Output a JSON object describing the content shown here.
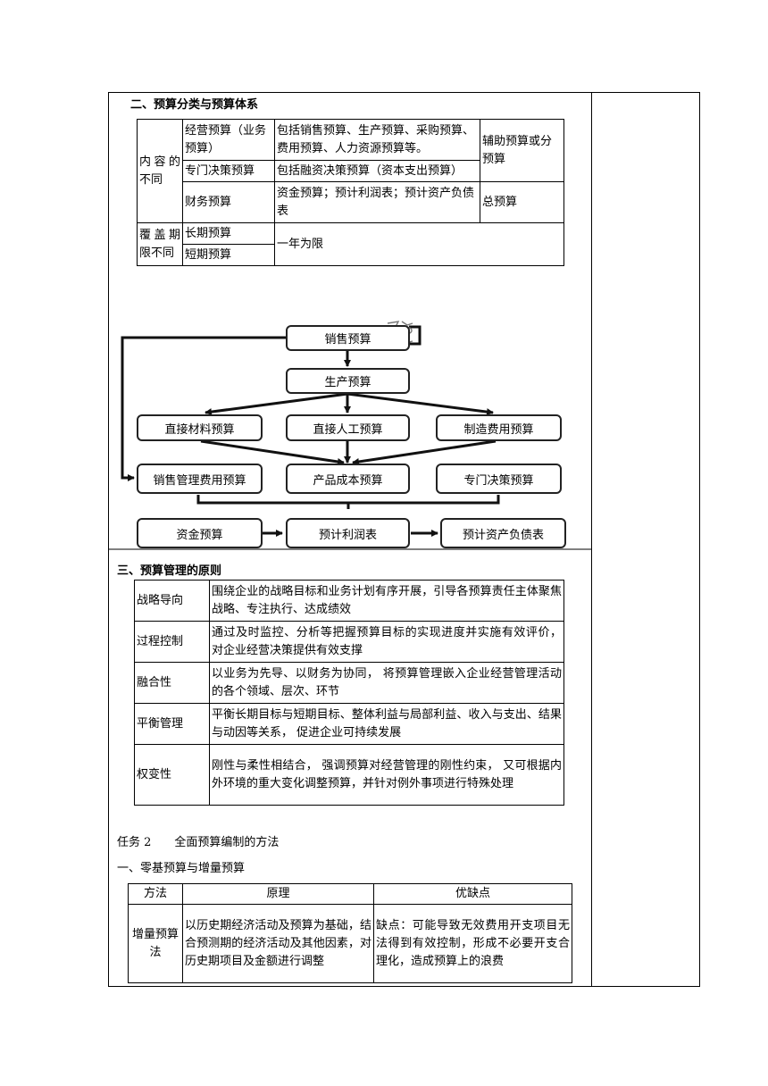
{
  "section2": {
    "heading": "二、预算分类与预算体系",
    "table": {
      "group1_label": "内容的不同",
      "rows": [
        {
          "name": "经营预算（业务预算）",
          "desc": "包括销售预算、生产预算、采购预算、费用预算、人力资源预算等。"
        },
        {
          "name": "专门决策预算",
          "desc": "包括融资决策预算（资本支出预算）"
        },
        {
          "name": "财务预算",
          "desc": "资金预算；预计利润表；预计资产负债表"
        }
      ],
      "aux_label": "辅助预算或分预算",
      "total_label": "总预算",
      "group2_label": "覆盖期限不同",
      "long_term": "长期预算",
      "short_term": "短期预算",
      "period_desc": "一年为限"
    }
  },
  "diagram": {
    "sales": "销售预算",
    "production": "生产预算",
    "material": "直接材料预算",
    "labor": "直接人工预算",
    "overhead": "制造费用预算",
    "selling_admin": "销售管理费用预算",
    "product_cost": "产品成本预算",
    "special": "专门决策预算",
    "cash": "资金预算",
    "income": "预计利润表",
    "balance": "预计资产负债表"
  },
  "section3": {
    "heading": "三、预算管理的原则",
    "rows": [
      {
        "name": "战略导向",
        "desc": "围绕企业的战略目标和业务计划有序开展，引导各预算责任主体聚焦战略、专注执行、达成绩效"
      },
      {
        "name": "过程控制",
        "desc": "通过及时监控、分析等把握预算目标的实现进度并实施有效评价，  对企业经营决策提供有效支撑"
      },
      {
        "name": "融合性",
        "desc": "以业务为先导、以财务为协同，  将预算管理嵌入企业经营管理活动的各个领域、层次、环节"
      },
      {
        "name": "平衡管理",
        "desc": "平衡长期目标与短期目标、整体利益与局部利益、收入与支出、结果与动因等关系，  促进企业可持续发展"
      },
      {
        "name": "权变性",
        "desc": "刚性与柔性相结合，  强调预算对经营管理的刚性约束，  又可根据内外环境的重大变化调整预算，并针对例外事项进行特殊处理"
      }
    ]
  },
  "task2": {
    "title": "任务 2　　全面预算编制的方法",
    "sub": "一、零基预算与增量预算",
    "headers": [
      "方法",
      "原理",
      "优缺点"
    ],
    "rows": [
      {
        "method": "增量预算法",
        "principle": "以历史期经济活动及预算为基础，结合预测期的经济活动及其他因素，对历史期项目及金额进行调整",
        "pros_cons": "缺点：可能导致无效费用开支项目无法得到有效控制，形成不必要开支合理化，造成预算上的浪费"
      }
    ]
  }
}
